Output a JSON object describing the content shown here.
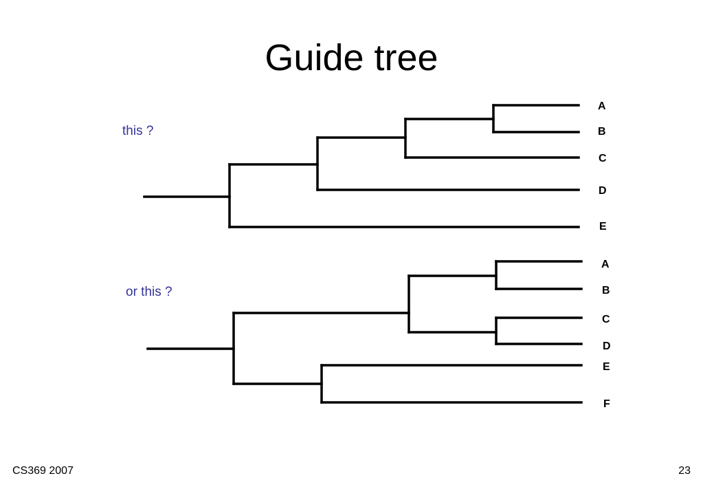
{
  "slide": {
    "title": "Guide tree",
    "footer_left": "CS369 2007",
    "page_number": "23"
  },
  "tree1": {
    "question": "this ?",
    "leaves": [
      "A",
      "B",
      "C",
      "D",
      "E"
    ]
  },
  "tree2": {
    "question": "or this ?",
    "leaves": [
      "A",
      "B",
      "C",
      "D",
      "E",
      "F"
    ]
  },
  "colors": {
    "question_text": "#333399",
    "lines": "#000000"
  }
}
